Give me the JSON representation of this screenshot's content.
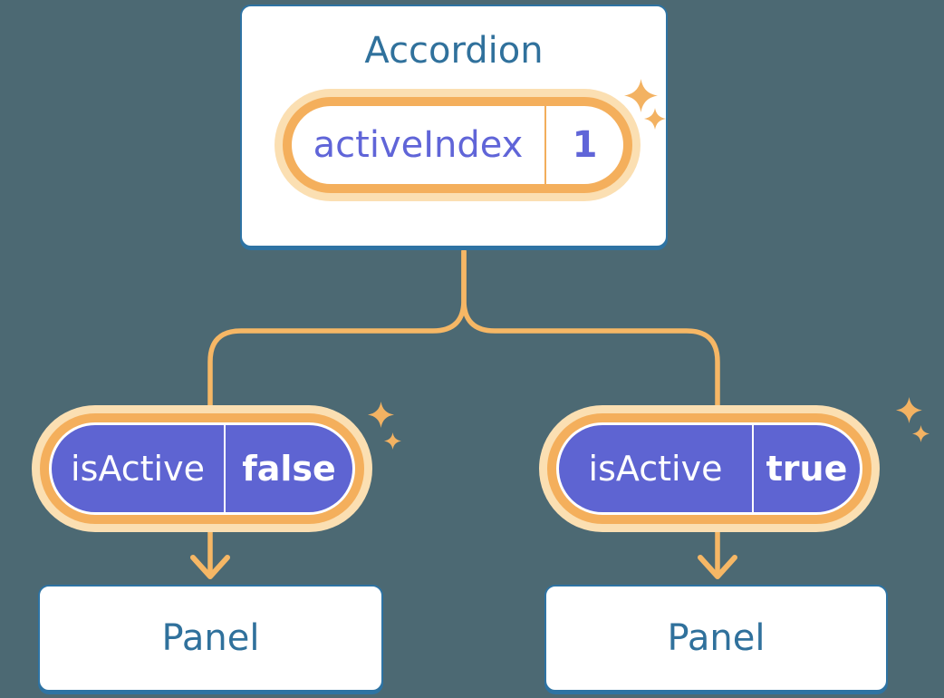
{
  "diagram": {
    "description": "React component tree diagram: Accordion holds activeIndex state passed to two Panels as isActive props",
    "background": "#4C6973",
    "colors": {
      "box_fill": "#FFFFFF",
      "box_border": "#2E73A3",
      "heading_text": "#30719C",
      "connector": "#F6B765",
      "pill_ring": "#F4AF5C",
      "pill_halo": "#FBDFB2",
      "state_text": "#6065D8",
      "state_divider": "#F2AE5C",
      "prop_fill": "#5E64D2",
      "prop_text": "#FFFFFF",
      "prop_divider": "#FFFFFF",
      "sparkle": "#F3B262"
    },
    "root": {
      "title": "Accordion",
      "state": {
        "label": "activeIndex",
        "value": "1"
      }
    },
    "children": [
      {
        "prop": {
          "label": "isActive",
          "value": "false"
        },
        "panel": "Panel"
      },
      {
        "prop": {
          "label": "isActive",
          "value": "true"
        },
        "panel": "Panel"
      }
    ]
  }
}
